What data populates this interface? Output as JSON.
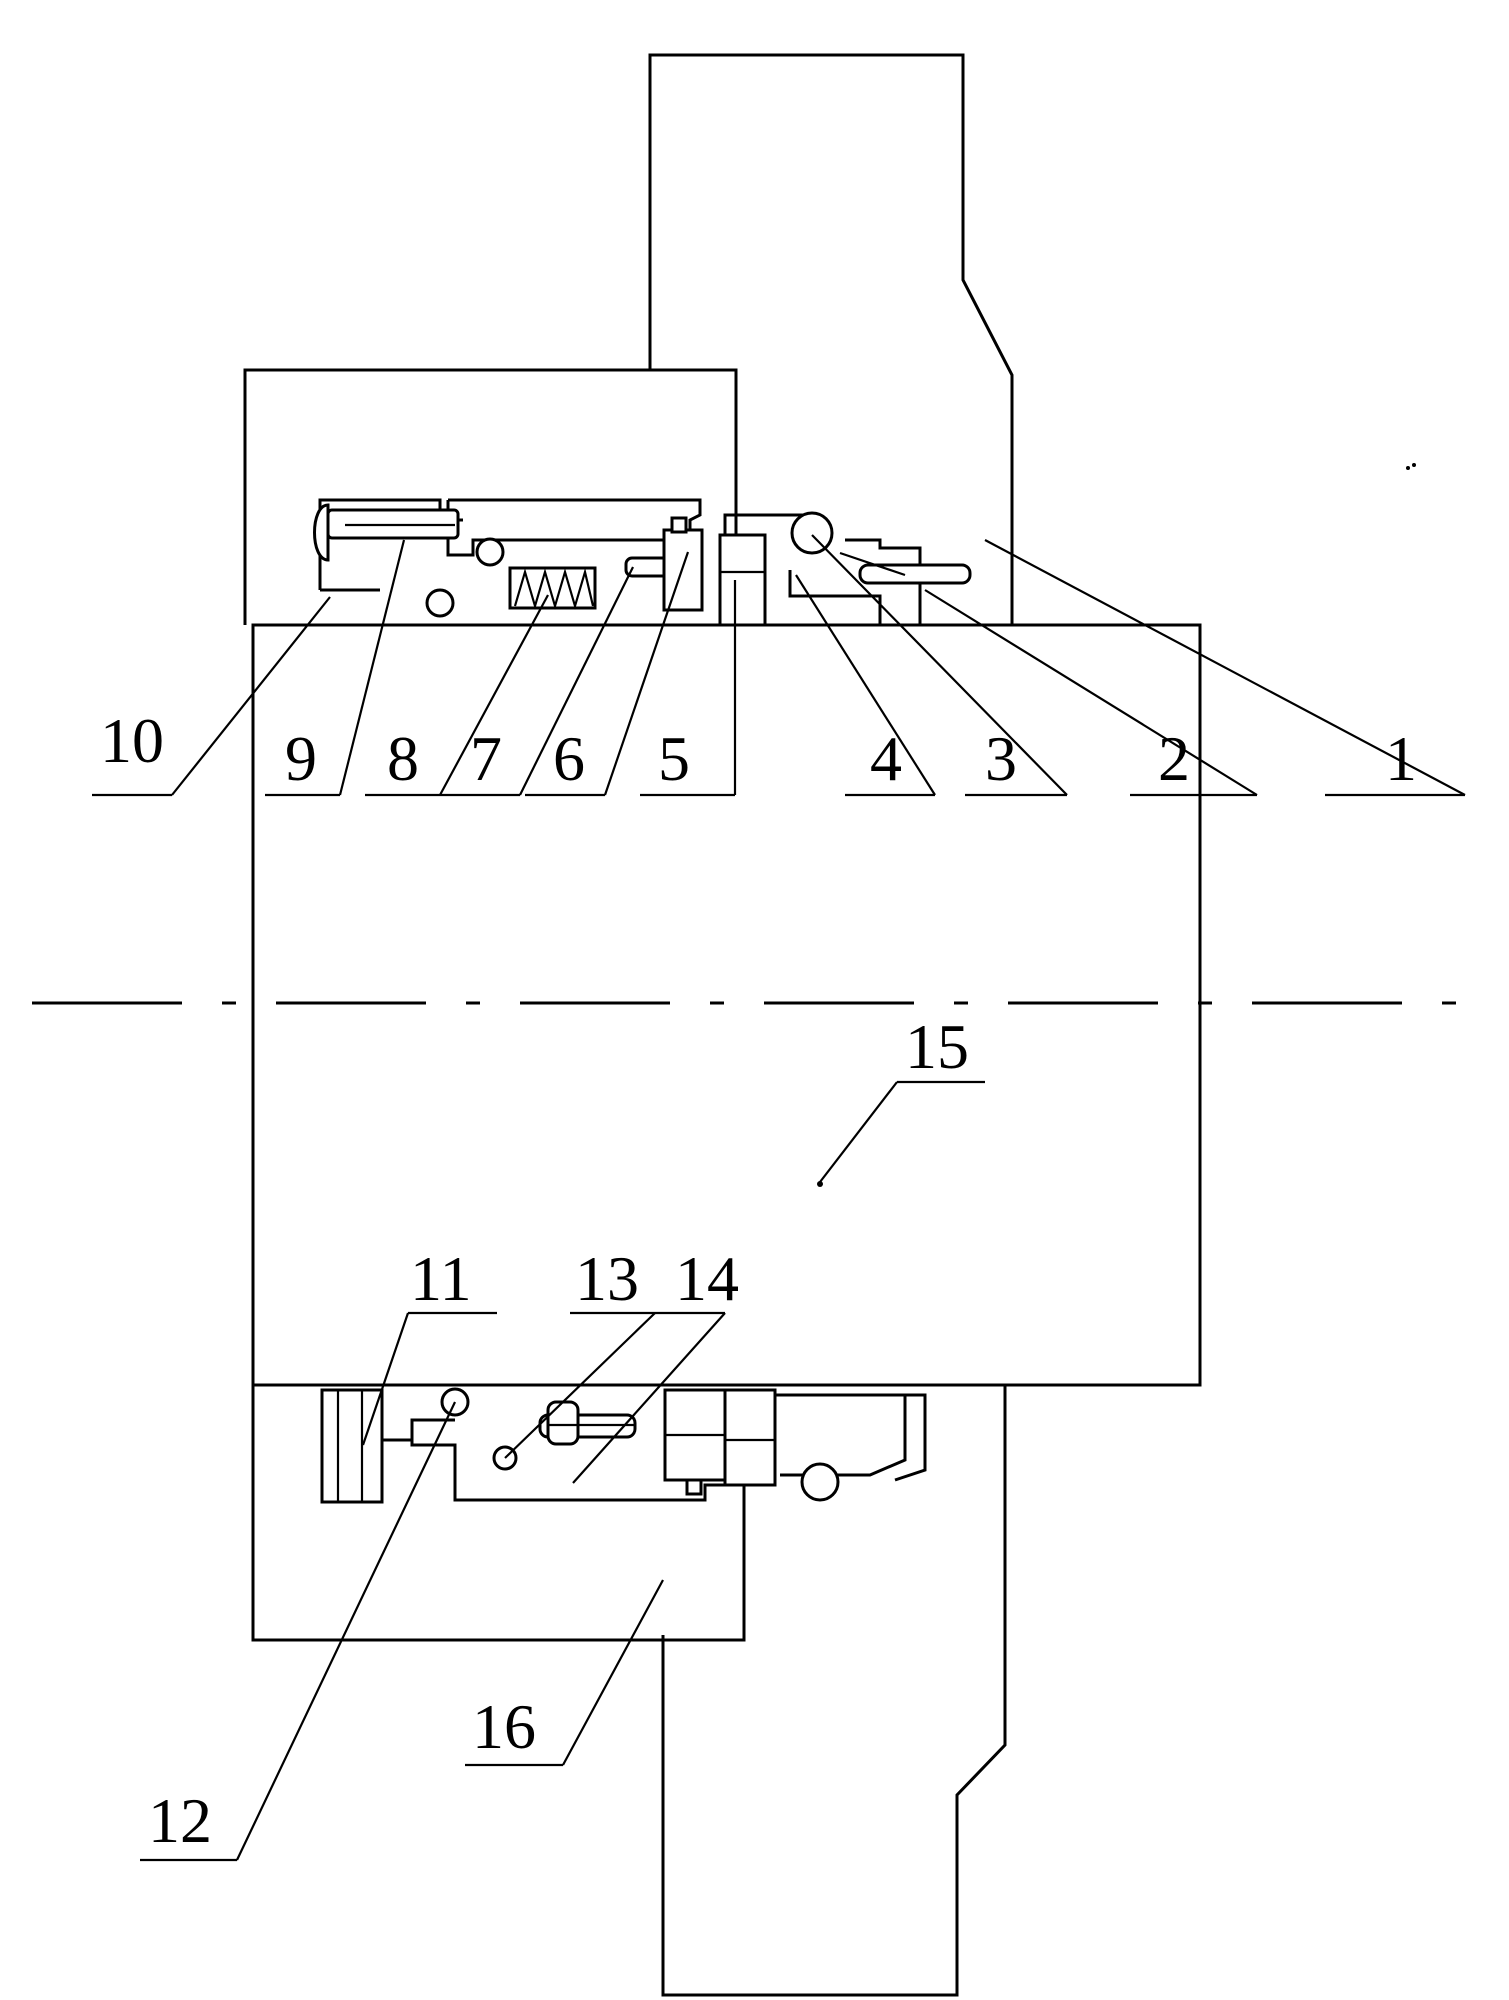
{
  "labels": {
    "p1": "1",
    "p2": "2",
    "p3": "3",
    "p4": "4",
    "p5": "5",
    "p6": "6",
    "p7": "7",
    "p8": "8",
    "p9": "9",
    "p10": "10",
    "p11": "11",
    "p12": "12",
    "p13": "13",
    "p14": "14",
    "p15": "15",
    "p16": "16"
  },
  "colors": {
    "line": "#000000",
    "background": "#ffffff"
  }
}
